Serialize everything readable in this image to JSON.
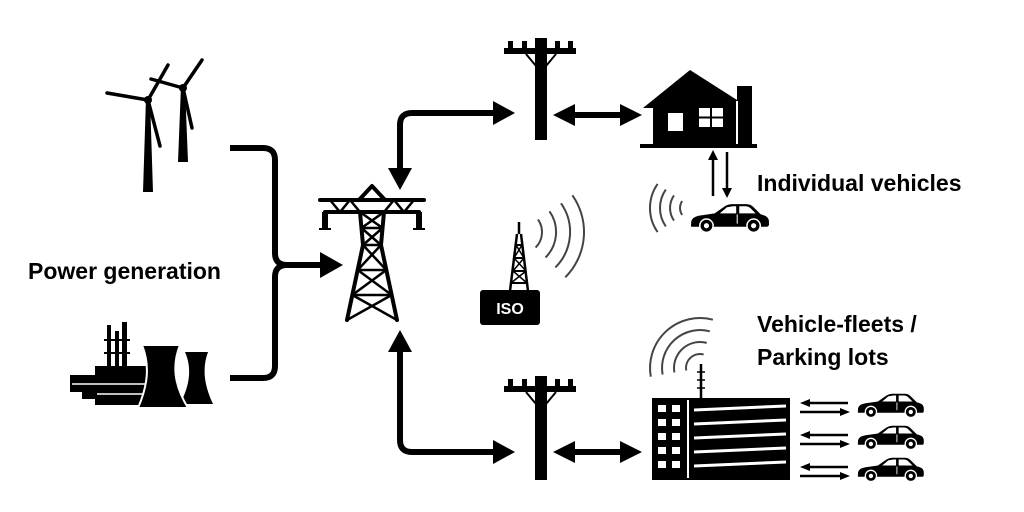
{
  "diagram": {
    "power_generation_label": "Power generation",
    "individual_vehicles_label": "Individual vehicles",
    "vehicle_fleets_label_line1": "Vehicle-fleets /",
    "vehicle_fleets_label_line2": "Parking lots",
    "iso_label": "ISO"
  },
  "icons": {
    "generation": [
      "wind-turbine-icon",
      "power-plant-icon"
    ],
    "grid": [
      "transmission-tower-icon",
      "utility-pole-icon"
    ],
    "operator": "radio-tower-icon",
    "loads": [
      "house-icon",
      "car-icon",
      "parking-garage-icon"
    ]
  },
  "colors": {
    "ink": "#000000",
    "background": "#ffffff",
    "signal": "#444444"
  }
}
